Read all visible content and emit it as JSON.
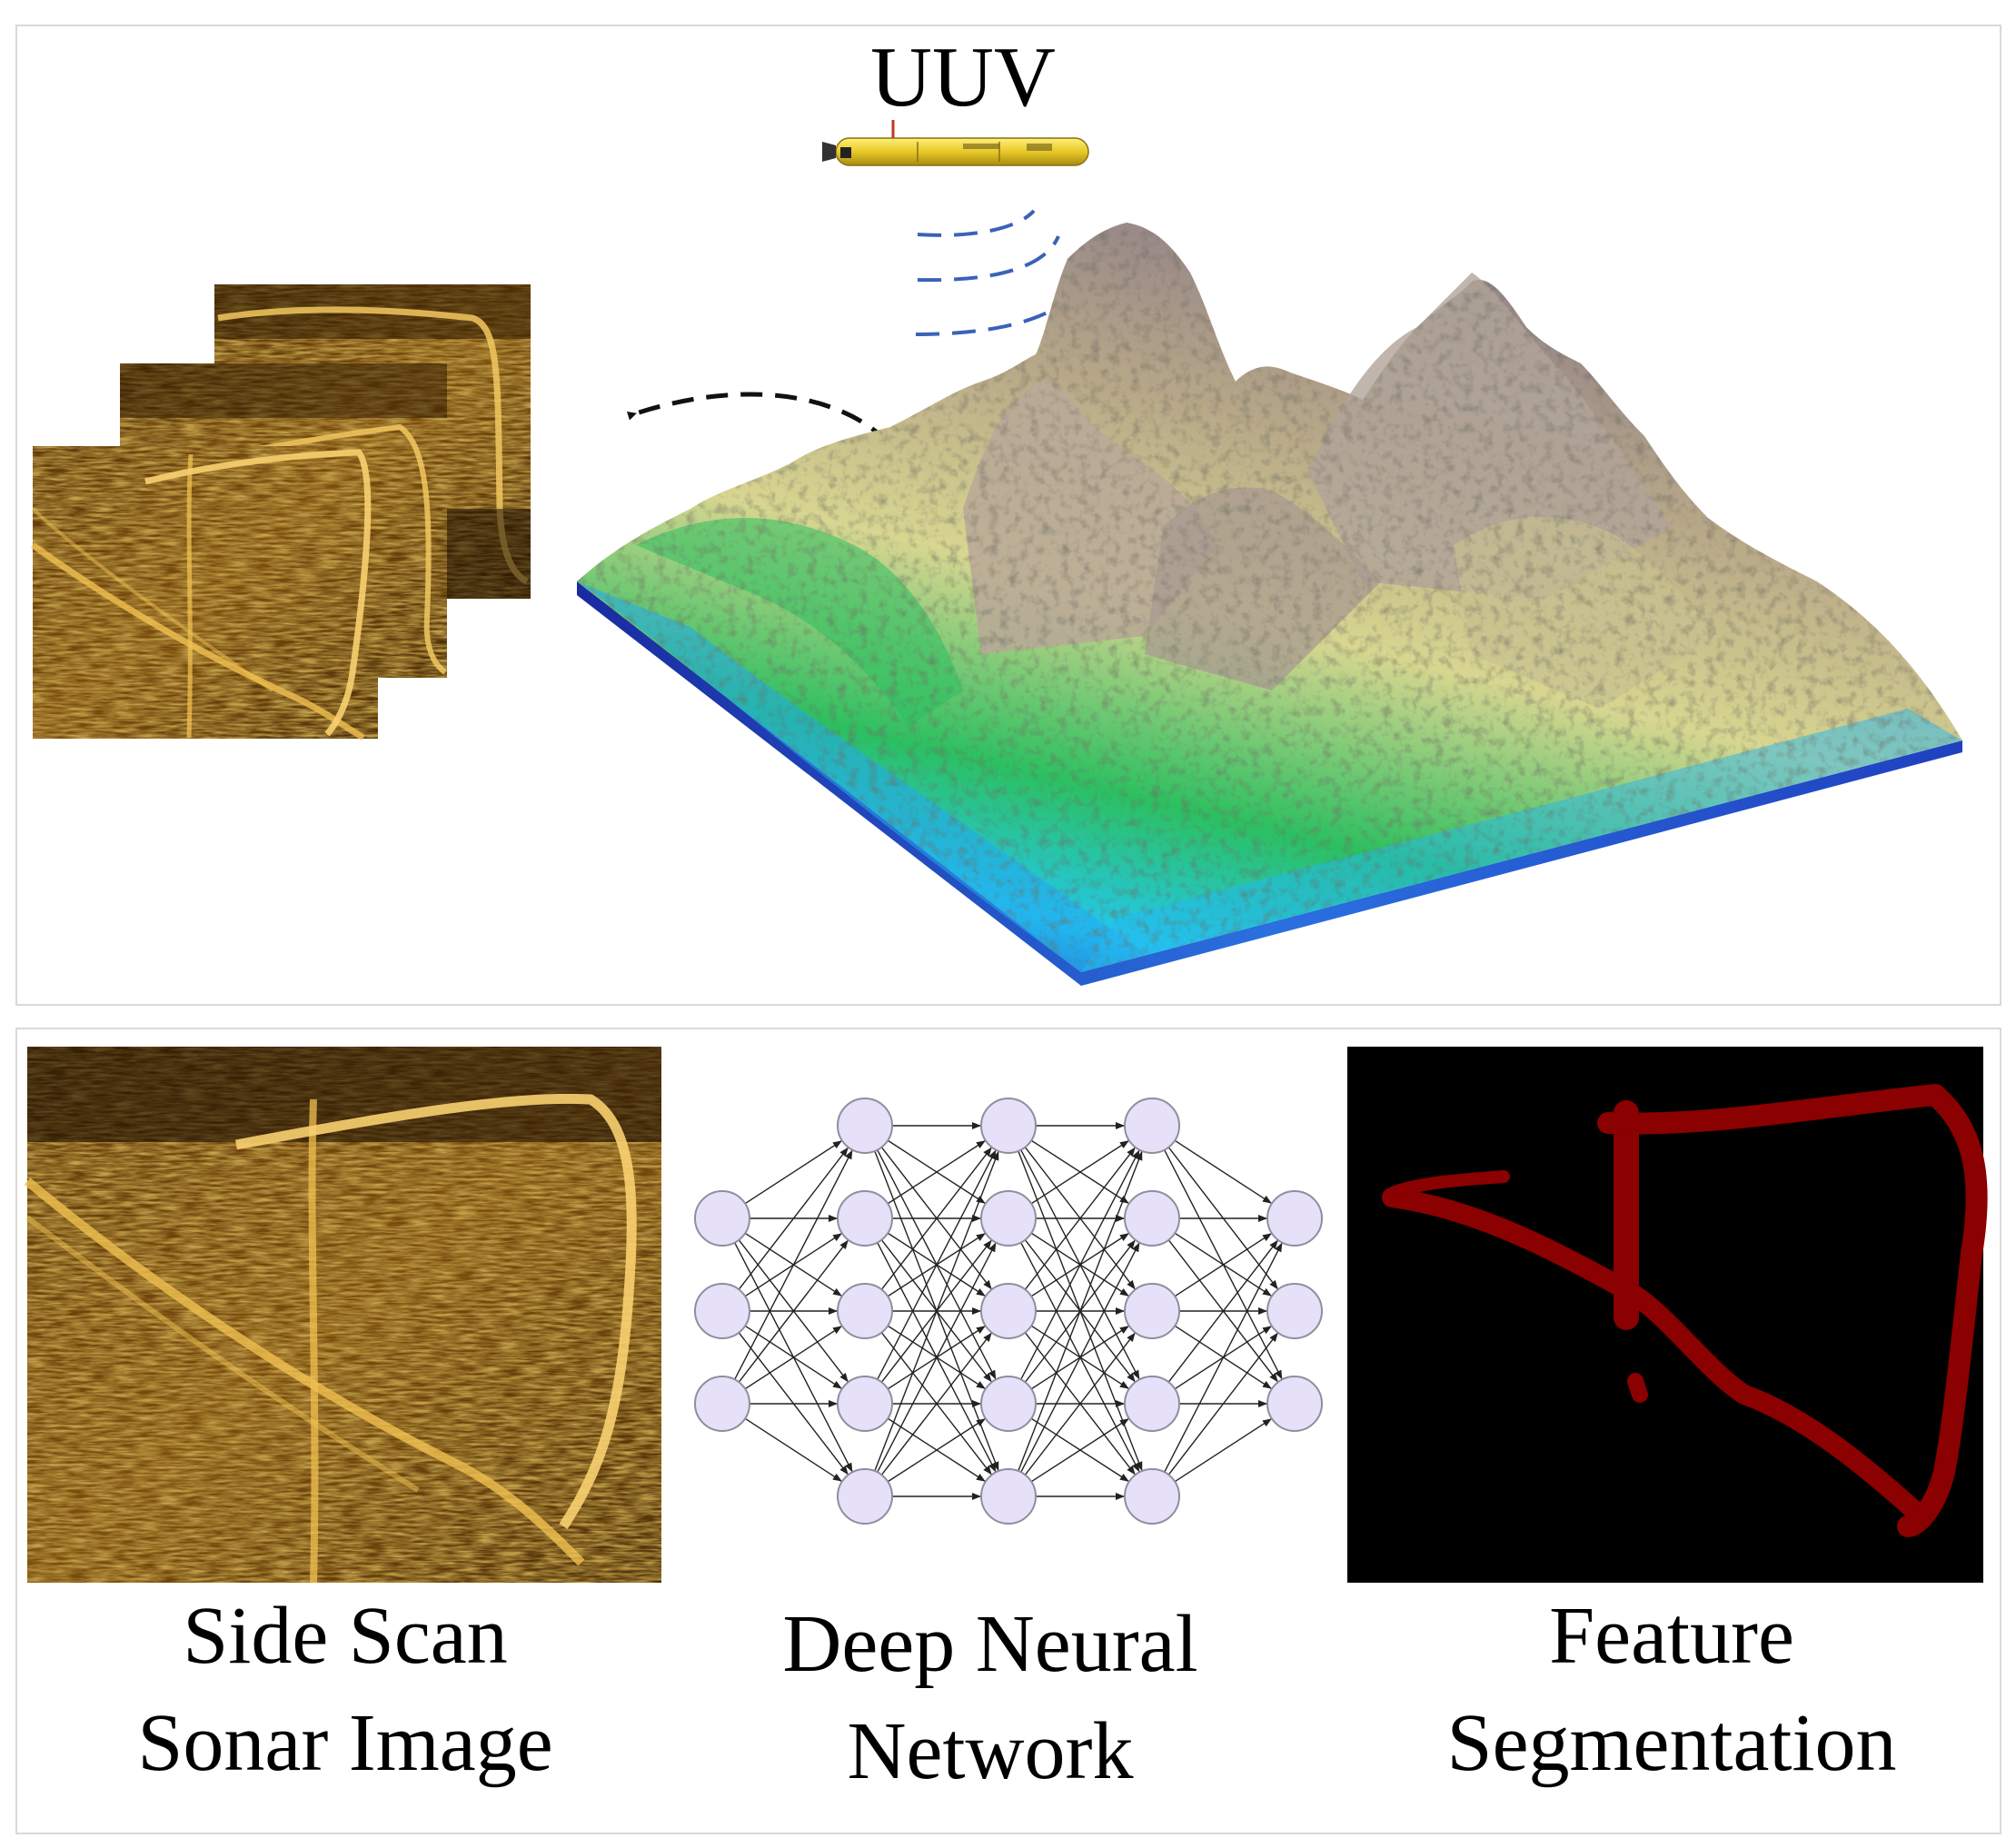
{
  "labels": {
    "uuv": "UUV",
    "side_scan_line1": "Side Scan",
    "side_scan_line2": "Sonar Image",
    "dnn_line1": "Deep Neural",
    "dnn_line2": "Network",
    "feature_line1": "Feature",
    "feature_line2": "Segmentation"
  },
  "neural_network": {
    "layer_sizes": [
      3,
      5,
      5,
      5,
      3
    ],
    "node_fill": "#e6e0f8",
    "node_stroke": "#8e8e9e",
    "edge_color": "#222222"
  },
  "colors": {
    "sonar_dark": "#2a1500",
    "sonar_mid": "#8a5a10",
    "sonar_bright": "#e8b040",
    "segmentation_bg": "#000000",
    "segmentation_feature": "#8b0000",
    "sonar_wave": "#3a62b8",
    "terrain_deep": "#1f2fa8",
    "terrain_shallow": "#23c8f0",
    "terrain_green": "#2cc060",
    "terrain_yellow": "#e8e0a0",
    "terrain_peak": "#a09090",
    "uuv_body": "#e8c828"
  }
}
